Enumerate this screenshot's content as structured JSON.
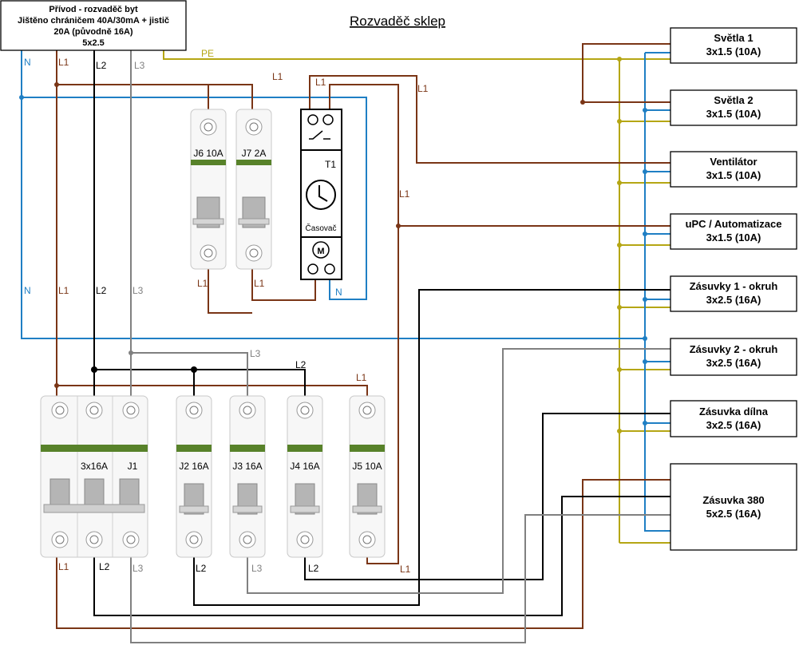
{
  "title": "Rozvaděč sklep",
  "supply": {
    "lines": [
      "Přívod - rozvaděč byt",
      "Jištěno chráničem 40A/30mA + jistič",
      "20A (původně 16A)",
      "5x2.5"
    ]
  },
  "colors": {
    "L1": "#7a3516",
    "L2": "#000000",
    "L3": "#808080",
    "N": "#1f7fc4",
    "PE": "#b5a614"
  },
  "wire_labels": {
    "N": "N",
    "L1": "L1",
    "L2": "L2",
    "L3": "L3",
    "PE": "PE"
  },
  "breakers_top": {
    "j6": "J6 10A",
    "j7": "J7 2A"
  },
  "timer": {
    "id": "T1",
    "name": "Časovač",
    "motor": "M"
  },
  "breakers_bottom": {
    "main_label": "3x16A",
    "main_id": "J1",
    "j2": "J2 16A",
    "j3": "J3 16A",
    "j4": "J4 16A",
    "j5": "J5 10A"
  },
  "circuits": [
    {
      "name": "Světla 1",
      "spec": "3x1.5 (10A)"
    },
    {
      "name": "Světla 2",
      "spec": "3x1.5 (10A)"
    },
    {
      "name": "Ventilátor",
      "spec": "3x1.5 (10A)"
    },
    {
      "name": "uPC / Automatizace",
      "spec": "3x1.5 (10A)"
    },
    {
      "name": "Zásuvky 1 - okruh",
      "spec": "3x2.5 (16A)"
    },
    {
      "name": "Zásuvky 2 - okruh",
      "spec": "3x2.5 (16A)"
    },
    {
      "name": "Zásuvka dílna",
      "spec": "3x2.5 (16A)"
    },
    {
      "name": "Zásuvka 380",
      "spec": "5x2.5 (16A)"
    }
  ]
}
